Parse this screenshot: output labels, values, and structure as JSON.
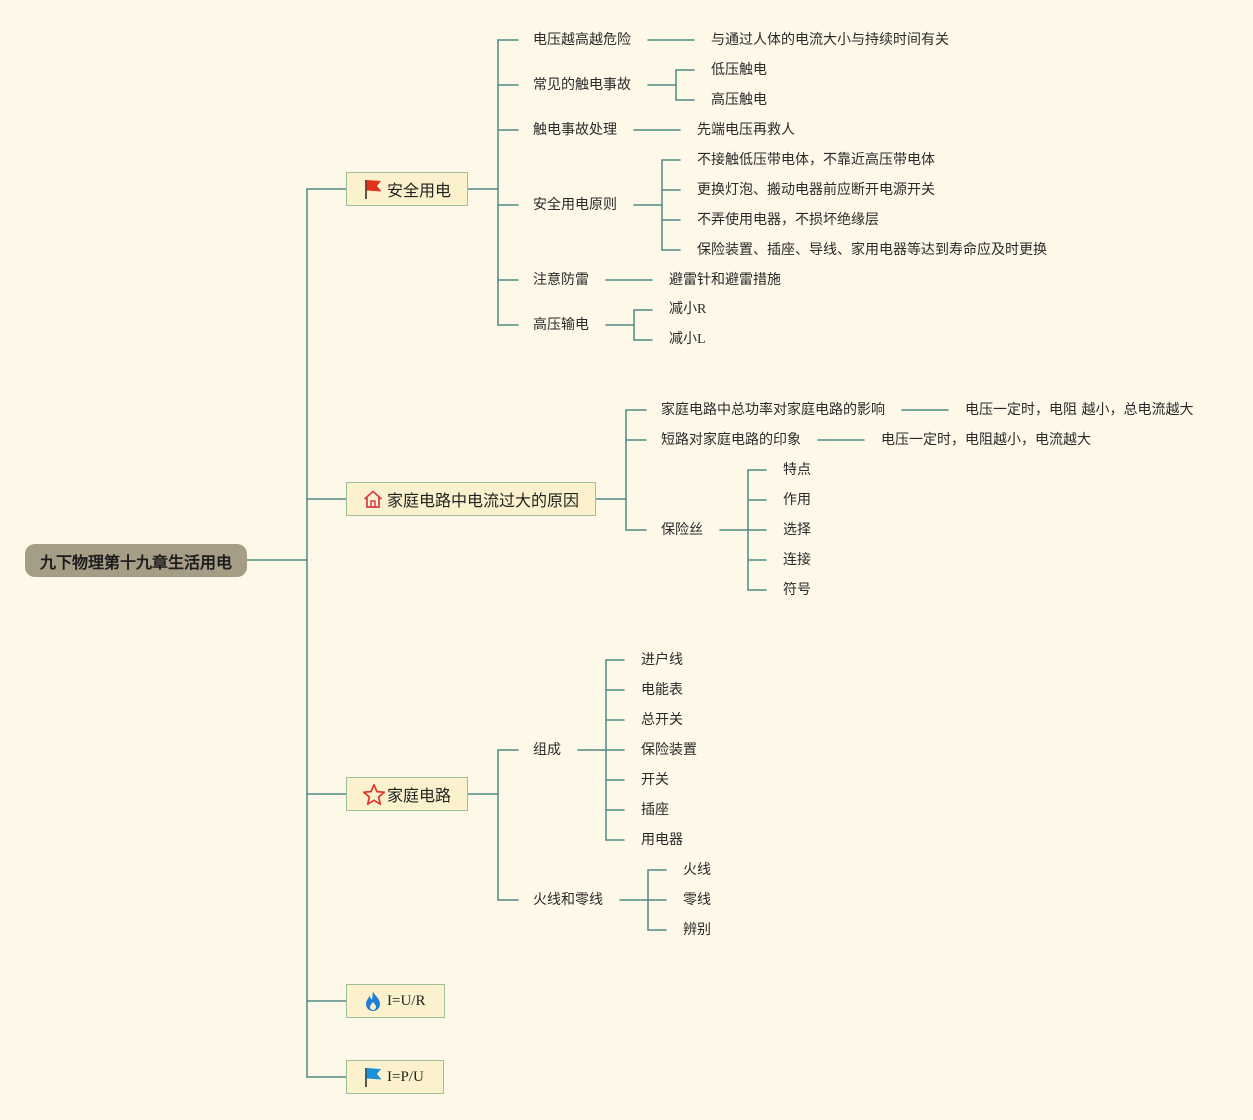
{
  "root": {
    "label": "九下物理第十九章生活用电"
  },
  "branches": [
    {
      "label": "安全用电",
      "icon": "red-flag-icon",
      "children": [
        {
          "label": "电压越高越危险",
          "children": [
            {
              "label": "与通过人体的电流大小与持续时间有关"
            }
          ]
        },
        {
          "label": "常见的触电事故",
          "children": [
            {
              "label": "低压触电"
            },
            {
              "label": "高压触电"
            }
          ]
        },
        {
          "label": "触电事故处理",
          "children": [
            {
              "label": "先端电压再救人"
            }
          ]
        },
        {
          "label": "安全用电原则",
          "children": [
            {
              "label": "不接触低压带电体，不靠近高压带电体"
            },
            {
              "label": "更换灯泡、搬动电器前应断开电源开关"
            },
            {
              "label": "不弄使用电器，不损坏绝缘层"
            },
            {
              "label": "保险装置、插座、导线、家用电器等达到寿命应及时更换"
            }
          ]
        },
        {
          "label": "注意防雷",
          "children": [
            {
              "label": "避雷针和避雷措施"
            }
          ]
        },
        {
          "label": "高压输电",
          "children": [
            {
              "label": "减小R"
            },
            {
              "label": "减小L"
            }
          ]
        }
      ]
    },
    {
      "label": "家庭电路中电流过大的原因",
      "icon": "house-icon",
      "children": [
        {
          "label": "家庭电路中总功率对家庭电路的影响",
          "children": [
            {
              "label": "电压一定时，电阻 越小，总电流越大"
            }
          ]
        },
        {
          "label": "短路对家庭电路的印象",
          "children": [
            {
              "label": "电压一定时，电阻越小，电流越大"
            }
          ]
        },
        {
          "label": "保险丝",
          "children": [
            {
              "label": "特点"
            },
            {
              "label": "作用"
            },
            {
              "label": "选择"
            },
            {
              "label": "连接"
            },
            {
              "label": "符号"
            }
          ]
        }
      ]
    },
    {
      "label": "家庭电路",
      "icon": "star-icon",
      "children": [
        {
          "label": "组成",
          "children": [
            {
              "label": "进户线"
            },
            {
              "label": "电能表"
            },
            {
              "label": "总开关"
            },
            {
              "label": "保险装置"
            },
            {
              "label": "开关"
            },
            {
              "label": "插座"
            },
            {
              "label": "用电器"
            }
          ]
        },
        {
          "label": "火线和零线",
          "children": [
            {
              "label": "火线"
            },
            {
              "label": "零线"
            },
            {
              "label": "辨别"
            }
          ]
        }
      ]
    },
    {
      "label": "I=U/R",
      "icon": "blue-flame-icon",
      "children": []
    },
    {
      "label": "I=P/U",
      "icon": "blue-flag-icon",
      "children": []
    }
  ],
  "colors": {
    "background": "#fdf8e8",
    "line": "#4f8a84",
    "main_fill": "#fbf2cd",
    "main_border": "#9fbf9c",
    "root_fill": "#a69d87"
  }
}
